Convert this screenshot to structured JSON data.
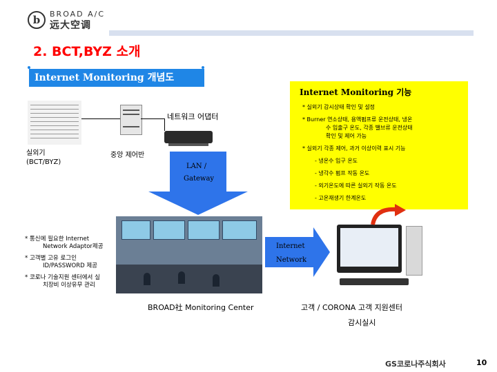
{
  "header": {
    "logo_mark": "b",
    "logo_en": "BROAD A/C",
    "logo_cn": "远大空调"
  },
  "title": "2. BCT,BYZ 소개",
  "concept_label": "Internet Monitoring 개념도",
  "functions": {
    "title": "Internet Monitoring 기능",
    "items": [
      "* 실외기 감시상태 확인 및 설정",
      "* Burner 연소상태, 용액펌프류 운전상태, 냉온",
      "수 입출구 온도, 각종 밸브류 운전상태",
      "확인 및 제어 가능",
      "* 실외기 각종 제어, 과거 이상이력 표시 기능"
    ],
    "sub_items": [
      "- 냉온수 입구 온도",
      "- 냉각수 펌프 작동 온도",
      "- 외기온도에 따른 실외기 작동 온도",
      "- 고온재생기 한계온도"
    ]
  },
  "diagram": {
    "network_label": "네트워크 어댑터",
    "outdoor_label_1": "실외기",
    "outdoor_label_2": "(BCT/BYZ)",
    "central_label": "중앙 제어반",
    "lan": "LAN /",
    "gateway": "Gateway",
    "internet": "Internet",
    "network": "Network"
  },
  "left_notes": [
    "* 통신에 필요한 Internet",
    "Network Adaptor제공",
    "* 고객별 고유 로그인",
    "ID/PASSWORD 제공",
    "* 코로나 기술지원 센터에서 실",
    "치장비 이상유무 관리"
  ],
  "captions": {
    "center": "BROAD社 Monitoring Center",
    "customer": "고객 / CORONA 고객 지원센터",
    "monitor": "감시실시"
  },
  "footer": {
    "company": "GS코로나주식회사",
    "page": "10"
  },
  "colors": {
    "title_red": "#ff0000",
    "accent_blue": "#2e74ea",
    "highlight_yellow": "#ffff00"
  }
}
